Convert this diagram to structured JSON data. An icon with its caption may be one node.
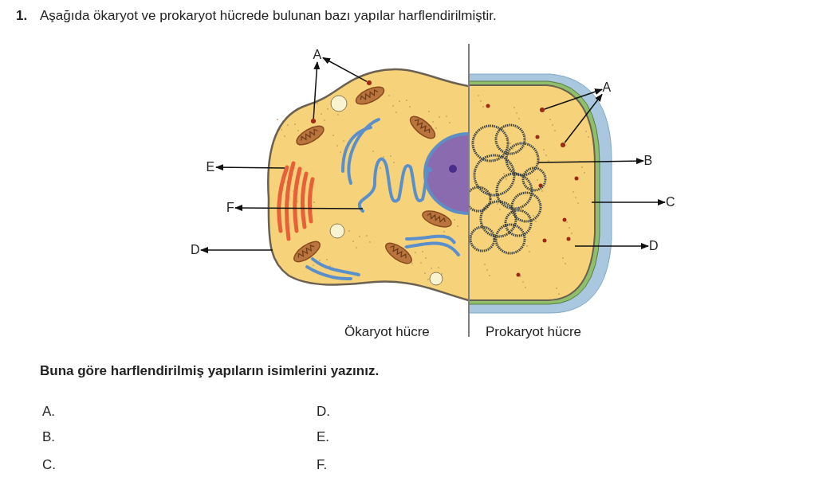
{
  "diagram": {
    "title": "Aşağıda ökaryot ve prokaryot hücrede bulunan bazı yapılar harflendirilmiştir.",
    "nodes": [
      {
        "text": [
          "A"
        ]
      },
      {
        "text": [],
        "shape": "circle"
      },
      {
        "text": [],
        "shape": "circle"
      },
      {
        "text": [
          "E"
        ]
      },
      {
        "text": [
          "F"
        ]
      },
      {
        "text": [
          "D"
        ]
      },
      {
        "text": [
          "A"
        ]
      },
      {
        "text": [],
        "shape": "circle"
      },
      {
        "text": [],
        "shape": "circle"
      },
      {
        "text": [
          "B"
        ]
      },
      {
        "text": [
          "C"
        ]
      },
      {
        "text": [
          "D"
        ]
      }
    ],
    "edges": [
      {
        "from": 1,
        "to": 0,
        "arrow": "to"
      },
      {
        "from": 2,
        "to": 0,
        "arrow": "to"
      },
      {
        "from": null,
        "to": 3,
        "arrow": "to"
      },
      {
        "from": null,
        "to": 4,
        "arrow": "to"
      },
      {
        "from": null,
        "to": 5,
        "arrow": "to"
      },
      {
        "from": 7,
        "to": 6,
        "arrow": "to"
      },
      {
        "from": 8,
        "to": 6,
        "arrow": "to"
      },
      {
        "from": null,
        "to": 9,
        "arrow": "to"
      },
      {
        "from": null,
        "to": 10,
        "arrow": "to"
      },
      {
        "from": null,
        "to": 11,
        "arrow": "to"
      }
    ],
    "labels": [
      "1.",
      "Ökaryot hücre",
      "Prokaryot hücre",
      "Buna göre harflendirilmiş yapıların isimlerini yazınız.",
      "A.",
      "D.",
      "B.",
      "E.",
      "C.",
      "F."
    ]
  }
}
